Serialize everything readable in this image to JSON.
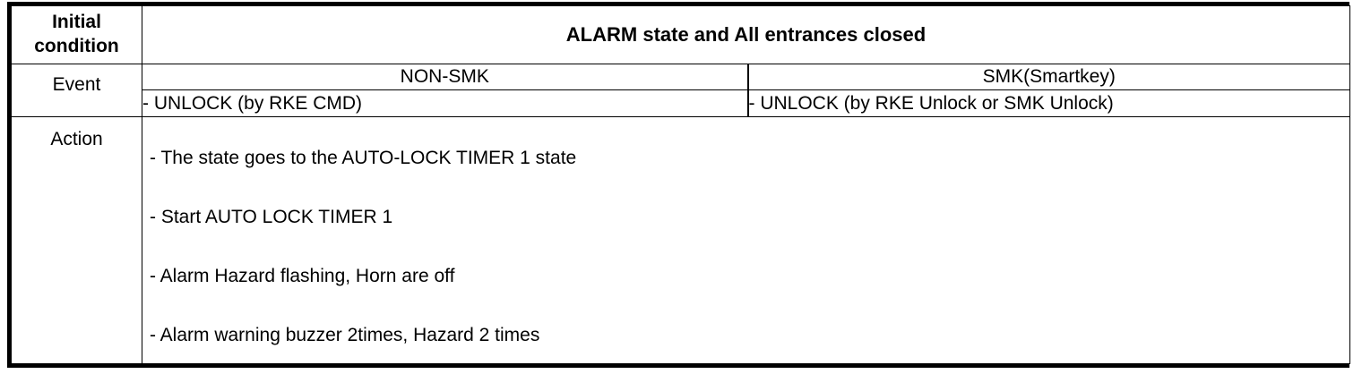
{
  "table": {
    "rows": {
      "initial_condition": {
        "label": "Initial condition",
        "label_line1": "Initial",
        "label_line2": "condition",
        "value": "ALARM state and All entrances closed"
      },
      "event": {
        "label": "Event",
        "columns": [
          {
            "header": "NON-SMK",
            "value": "- UNLOCK (by RKE CMD)"
          },
          {
            "header": "SMK(Smartkey)",
            "value": "- UNLOCK (by RKE Unlock or SMK Unlock)"
          }
        ]
      },
      "action": {
        "label": "Action",
        "items": [
          "- The state goes to the AUTO-LOCK TIMER 1 state",
          "- Start AUTO LOCK TIMER 1",
          "- Alarm Hazard flashing, Horn are off",
          "- Alarm warning buzzer 2times, Hazard 2 times"
        ]
      }
    }
  },
  "colors": {
    "border": "#000000",
    "background": "#ffffff",
    "text": "#000000"
  }
}
